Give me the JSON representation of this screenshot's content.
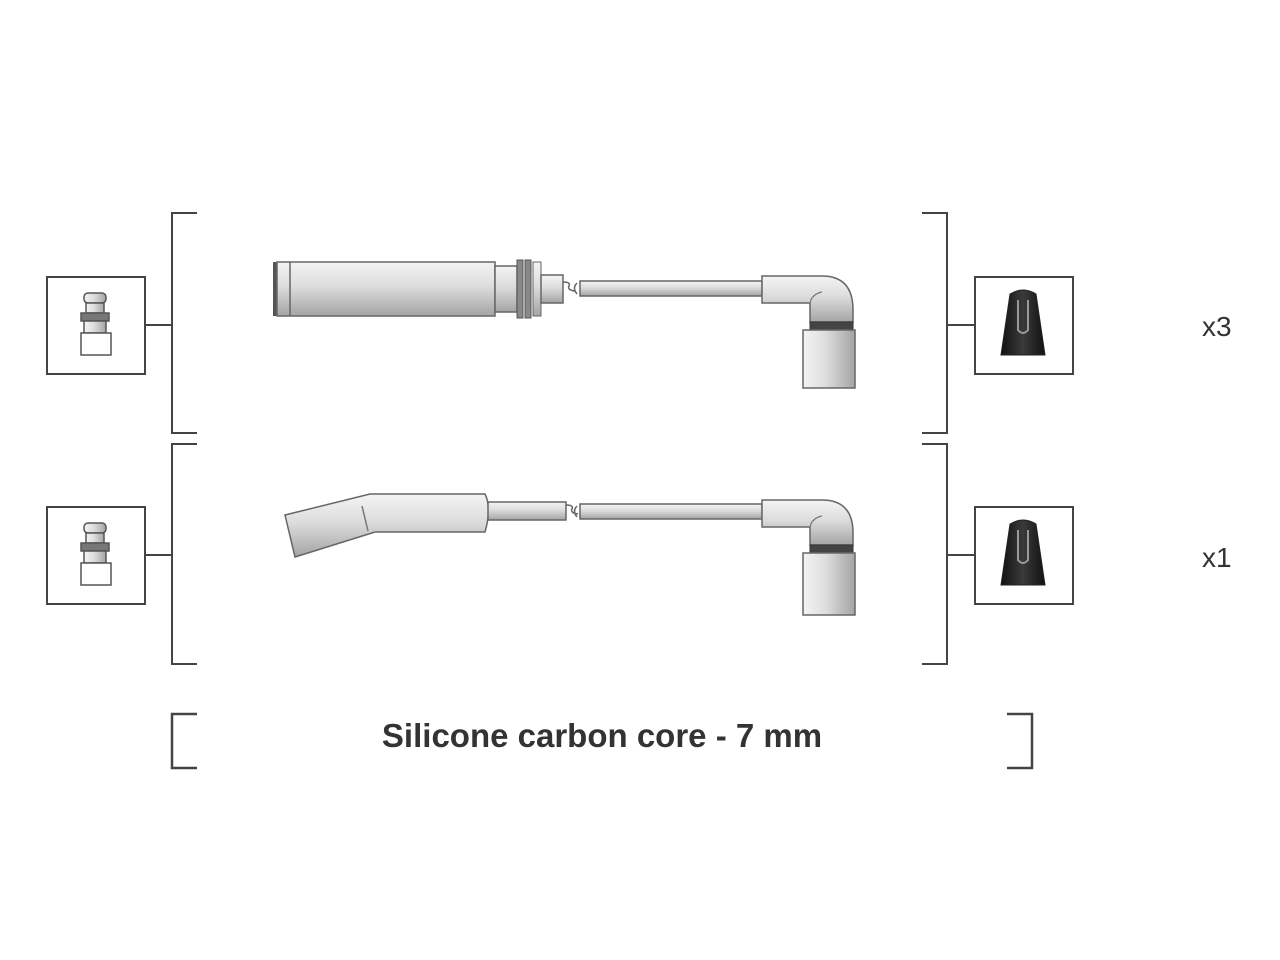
{
  "rows": [
    {
      "quantity": "x3"
    },
    {
      "quantity": "x1"
    }
  ],
  "caption": "Silicone carbon core - 7 mm",
  "colors": {
    "line": "#444444",
    "metal_light": "#eeeeee",
    "metal_dark": "#9a9a9a",
    "boot_black": "#222222"
  }
}
